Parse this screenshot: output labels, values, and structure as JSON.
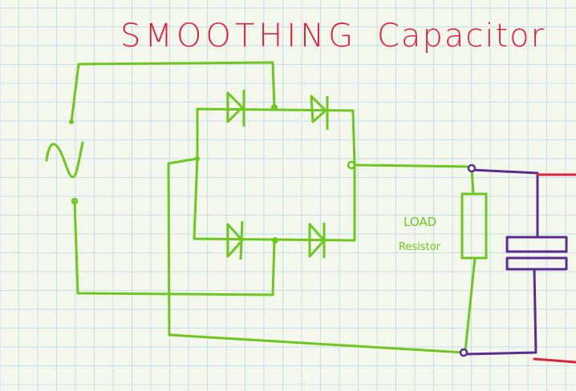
{
  "title": {
    "left": "SMOOTHING",
    "right": "Capacitor"
  },
  "labels": {
    "load_line1": "LOAD",
    "load_line2": "Resistor",
    "ac_symbol": "~"
  },
  "colors": {
    "background": "#f4f8ec",
    "grid": "#c9dcea",
    "circuit": "#6ec71f",
    "title": "#e0203c",
    "capacitor": "#5a2d8f",
    "output_red": "#e0203c",
    "node": "#5a2d8f"
  },
  "components": [
    "ac-source",
    "bridge-rectifier",
    "load-resistor",
    "smoothing-capacitor"
  ]
}
